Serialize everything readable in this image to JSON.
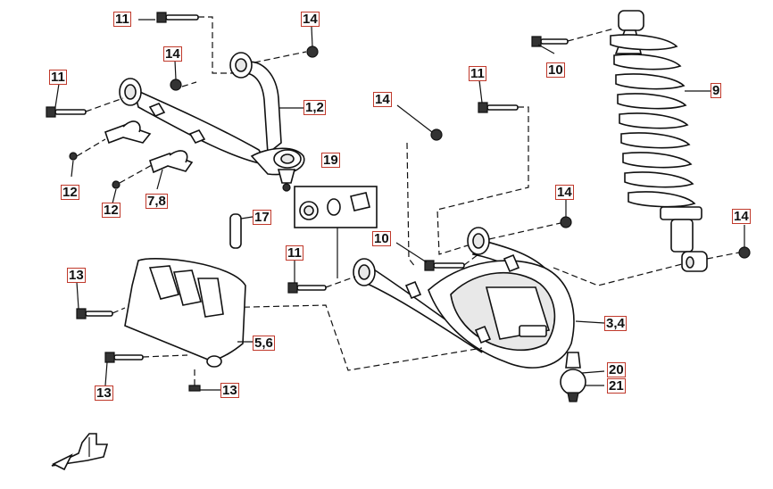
{
  "diagram": {
    "callouts": {
      "p11_top": "11",
      "p14_top": "14",
      "p11_left": "11",
      "p14_left": "14",
      "p1_2": "1,2",
      "p11_mid": "11",
      "p14_mid": "14",
      "p10_right": "10",
      "p9": "9",
      "p19": "19",
      "p12_a": "12",
      "p12_b": "12",
      "p7_8": "7,8",
      "p17": "17",
      "p14_lower": "14",
      "p14_far": "14",
      "p10_lower": "10",
      "p11_lower": "11",
      "p13_top": "13",
      "p5_6": "5,6",
      "p3_4": "3,4",
      "p20": "20",
      "p21": "21",
      "p13_left": "13",
      "p13_bottom": "13"
    },
    "border_color": "#c0392b",
    "line_color": "#111111",
    "direction_icon": "front-direction-arrow-icon"
  }
}
